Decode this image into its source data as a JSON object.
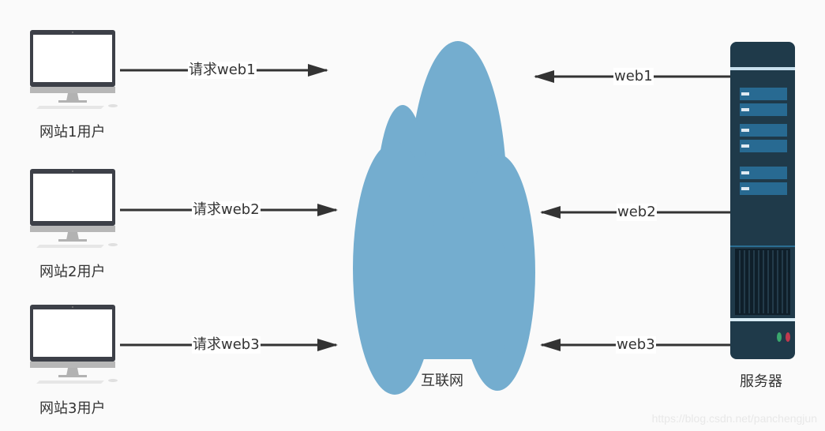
{
  "diagram": {
    "nodes": {
      "clients": [
        {
          "label": "网站1用户",
          "icon": "desktop-computer-icon"
        },
        {
          "label": "网站2用户",
          "icon": "desktop-computer-icon"
        },
        {
          "label": "网站3用户",
          "icon": "desktop-computer-icon"
        }
      ],
      "internet": {
        "label": "互联网",
        "icon": "cloud-icon",
        "color": "#74adcf"
      },
      "server": {
        "label": "服务器",
        "icon": "server-rack-icon",
        "color": "#1f3a4a"
      }
    },
    "edges": {
      "requests": [
        {
          "label": "请求web1",
          "from": "网站1用户",
          "to": "互联网"
        },
        {
          "label": "请求web2",
          "from": "网站2用户",
          "to": "互联网"
        },
        {
          "label": "请求web3",
          "from": "网站3用户",
          "to": "互联网"
        }
      ],
      "responses": [
        {
          "label": "web1",
          "from": "服务器",
          "to": "互联网"
        },
        {
          "label": "web2",
          "from": "服务器",
          "to": "互联网"
        },
        {
          "label": "web3",
          "from": "服务器",
          "to": "互联网"
        }
      ]
    },
    "colors": {
      "background": "#fafafa",
      "arrow": "#333333"
    }
  },
  "watermark": "https://blog.csdn.net/panchengjun"
}
